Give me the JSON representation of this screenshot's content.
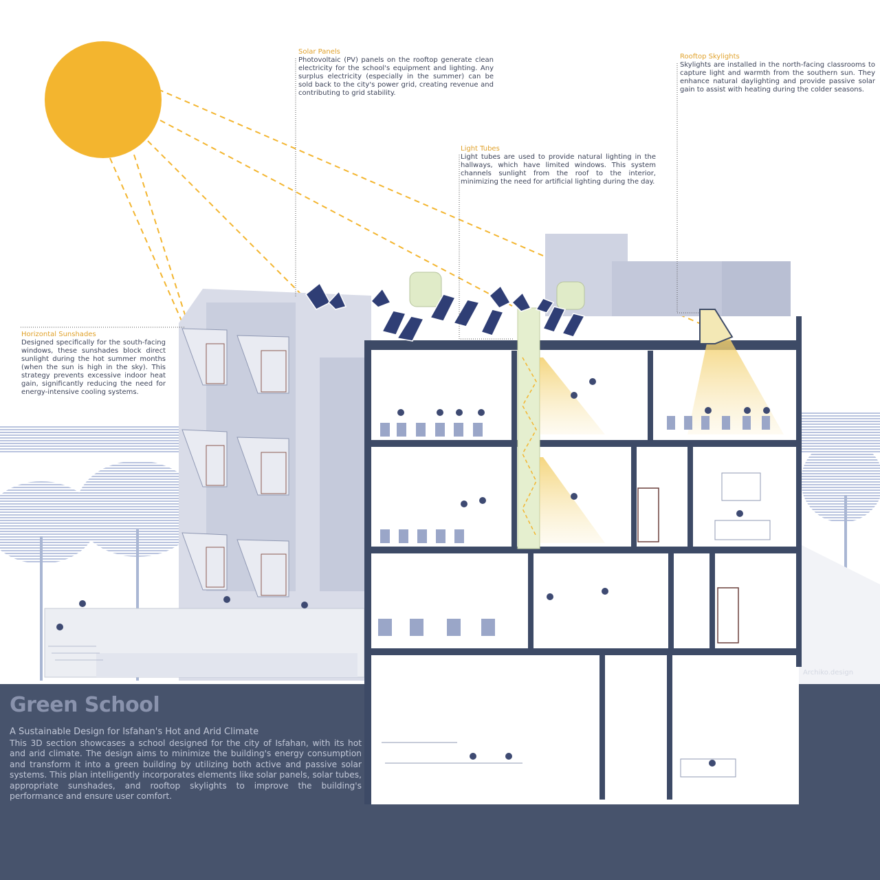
{
  "annotations": {
    "solar_panels": {
      "title": "Solar Panels",
      "text": "Photovoltaic (PV) panels on the rooftop generate clean electricity for the school's equipment and lighting. Any surplus electricity (especially in the summer) can be sold back to the city's power grid, creating revenue and contributing to grid stability."
    },
    "rooftop_skylights": {
      "title": "Rooftop Skylights",
      "text": "Skylights are installed in the north-facing classrooms to capture light and warmth from the southern sun. They enhance natural daylighting and provide passive solar gain to assist with heating during the colder seasons."
    },
    "light_tubes": {
      "title": "Light Tubes",
      "text": "Light tubes are used to provide natural lighting in the hallways, which have limited windows. This system channels sunlight from the roof to the interior, minimizing the need for artificial lighting during the day."
    },
    "horizontal_sunshades": {
      "title": "Horizontal Sunshades",
      "text": "Designed specifically for the south-facing windows, these sunshades block direct sunlight during the hot summer months (when the sun is high in the sky). This strategy prevents excessive indoor heat gain, significantly reducing the need for energy-intensive cooling systems."
    }
  },
  "title": "Green School",
  "subtitle": "A Sustainable Design for Isfahan's Hot and Arid Climate",
  "description": "This 3D section showcases a school designed for the city of Isfahan, with its hot and arid climate. The design aims to minimize the building's energy consumption and transform it into a green building by utilizing both active and passive solar systems. This plan intelligently incorporates elements like solar panels, solar tubes, appropriate sunshades, and rooftop skylights to improve the building's performance and ensure user comfort.",
  "watermark": "Archiko.design",
  "colors": {
    "sun": "#f3b52f",
    "accent": "#e0a12a",
    "ground": "#47536c",
    "structure": "#3d4a66",
    "facade": "#d9dce8",
    "trees": "#a9b6d3",
    "glow": "#f6dd96"
  }
}
